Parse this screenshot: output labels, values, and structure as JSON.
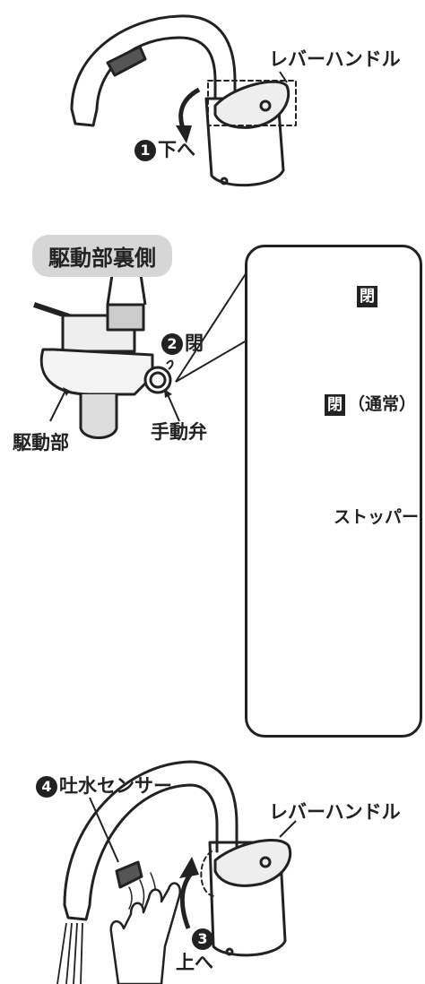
{
  "top": {
    "lever_label": "レバーハンドル",
    "step1": {
      "num": "1",
      "text": "下へ"
    }
  },
  "middle": {
    "section_title": "駆動部裏側",
    "step2": {
      "num": "2",
      "text": "閉"
    },
    "drive_label": "駆動部",
    "manual_valve_label": "手動弁"
  },
  "panel": {
    "closed_label": "閉",
    "closed_normal_label": "閉",
    "normal_text": "（通常）",
    "stopper_label": "ストッパー"
  },
  "bottom": {
    "step4": {
      "num": "4",
      "text": "吐水センサー"
    },
    "lever_label": "レバーハンドル",
    "step3": {
      "num": "3",
      "text": "上へ"
    }
  }
}
